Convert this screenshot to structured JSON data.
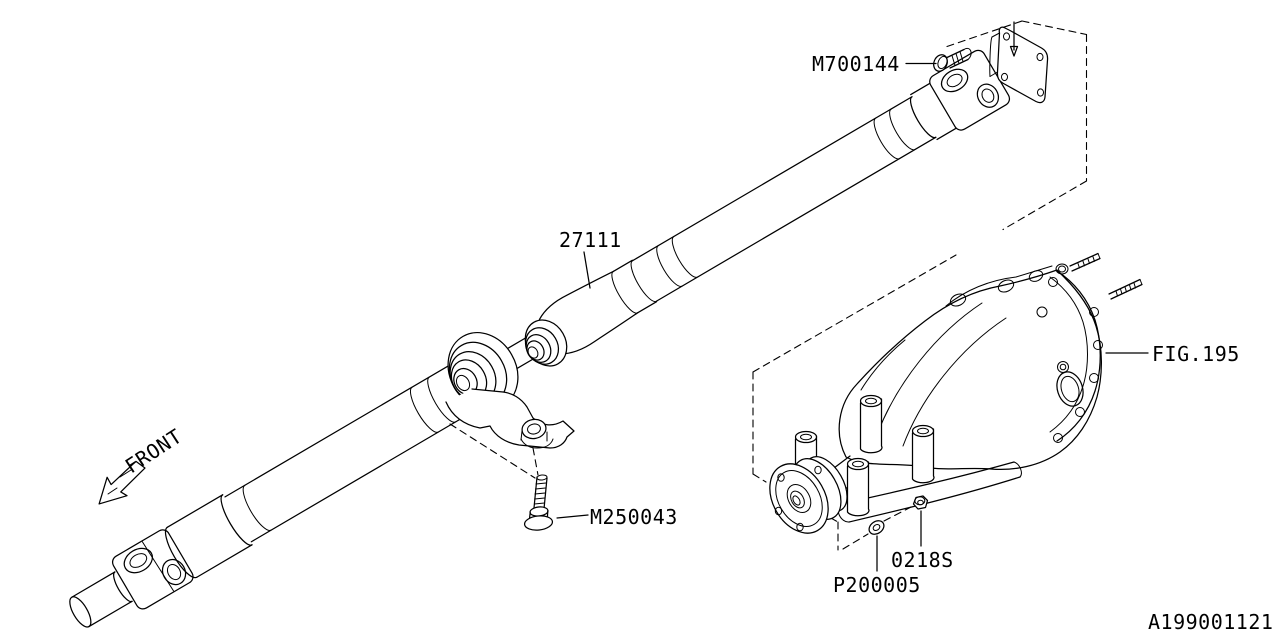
{
  "page": {
    "background_color": "#ffffff",
    "line_color": "#000000",
    "description_labels_only": "Propeller shaft and rear differential parts diagram"
  },
  "diagram": {
    "drawing_number": "A199001121",
    "orientation_label": "FRONT",
    "callouts": {
      "rear_flange_bolt": "M700144",
      "propeller_shaft": "27111",
      "center_bearing_bolt": "M250043",
      "flange_washer": "P200005",
      "flange_nut": "0218S",
      "differential_figure_ref": "FIG.195"
    }
  }
}
